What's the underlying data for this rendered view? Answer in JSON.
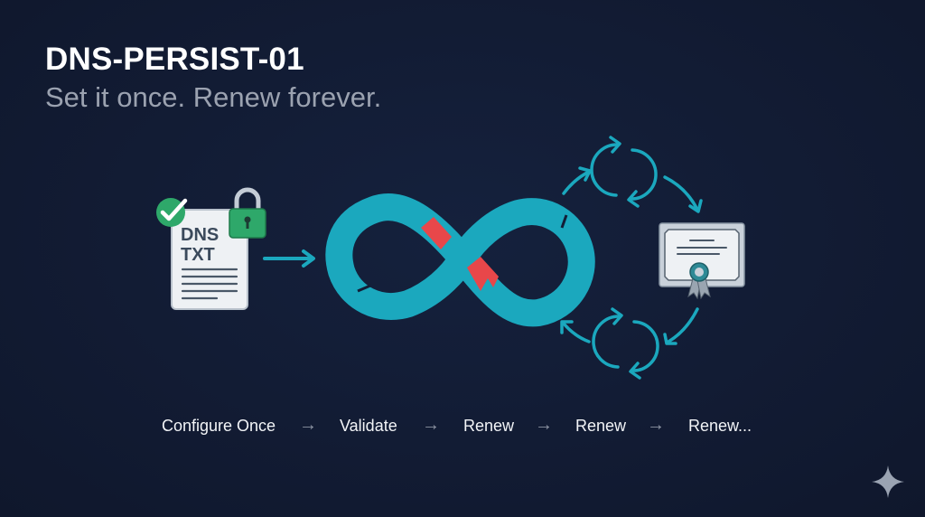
{
  "header": {
    "title": "DNS-PERSIST-01",
    "subtitle": "Set it once. Renew forever."
  },
  "diagram": {
    "dns_record": {
      "line1": "DNS",
      "line2": "TXT",
      "icons": [
        "checkmark-badge-icon",
        "padlock-icon"
      ]
    },
    "center_symbol": "infinity-loop-icon",
    "renewal_cycle": [
      "refresh-cycle-icon",
      "certificate-icon",
      "refresh-cycle-icon"
    ]
  },
  "flow": {
    "steps": [
      "Configure Once",
      "Validate",
      "Renew",
      "Renew",
      "Renew..."
    ],
    "separator": "→"
  },
  "colors": {
    "background": "#131d36",
    "teal": "#1ba8be",
    "red": "#e8474a",
    "green": "#2ea86a",
    "doc": "#eef1f4",
    "subtitle": "#9ba2b0"
  },
  "watermark": "sparkle-icon"
}
